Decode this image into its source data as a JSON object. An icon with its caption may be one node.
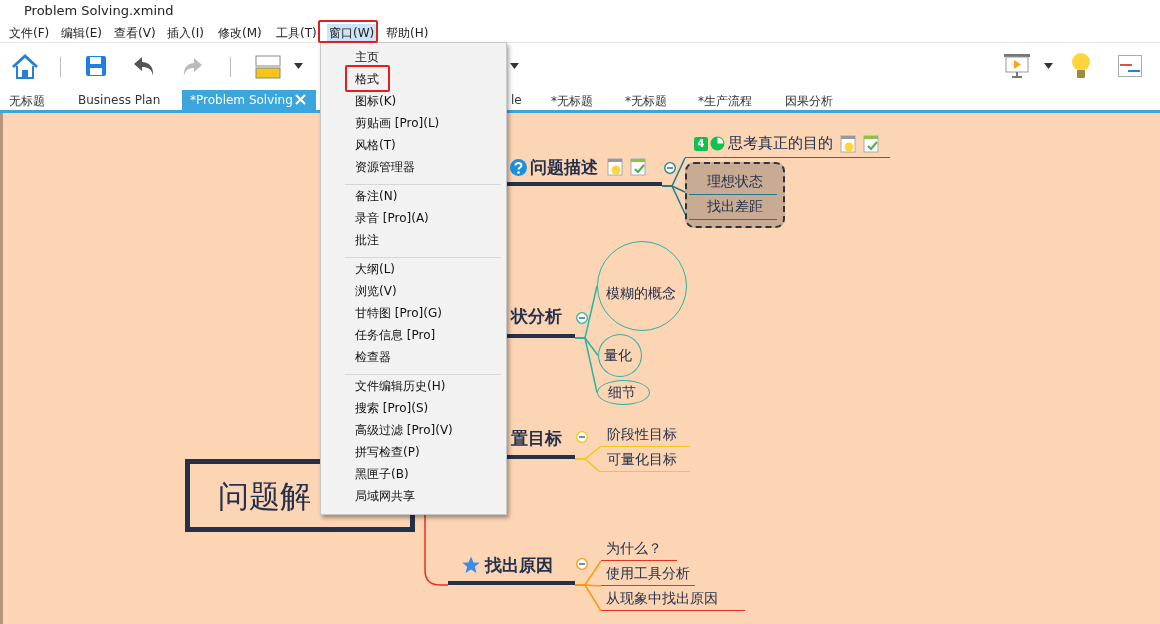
{
  "diagram": {
    "nodes": [
      {
        "text": [
          "问题解"
        ]
      },
      {
        "text": [
          "问题描述"
        ]
      },
      {
        "text": [
          "思考真正的目的"
        ]
      },
      {
        "text": [],
        "shape": "box"
      },
      {
        "text": [
          "理想状态"
        ],
        "in": 3
      },
      {
        "text": [
          "找出差距"
        ],
        "in": 3
      },
      {
        "text": [
          "状分析"
        ]
      },
      {
        "text": [
          "模糊的概念"
        ]
      },
      {
        "text": [
          "量化"
        ]
      },
      {
        "text": [
          "细节"
        ]
      },
      {
        "text": [
          "置目标"
        ]
      },
      {
        "text": [
          "阶段性目标"
        ]
      },
      {
        "text": [
          "可量化目标"
        ]
      },
      {
        "text": [
          "找出原因"
        ]
      },
      {
        "text": [
          "为什么？"
        ]
      },
      {
        "text": [
          "使用工具分析"
        ]
      },
      {
        "text": [
          "从现象中找出原因"
        ]
      }
    ],
    "edges": [
      {
        "from": 0,
        "to": 13,
        "arrow": "none",
        "color": "#e8321e"
      },
      {
        "from": 1,
        "to": 2,
        "arrow": "none"
      },
      {
        "from": 1,
        "to": 4,
        "arrow": "none"
      },
      {
        "from": 1,
        "to": 5,
        "arrow": "none"
      },
      {
        "from": 6,
        "to": 7,
        "arrow": "none",
        "color": "#2bb3a0"
      },
      {
        "from": 6,
        "to": 8,
        "arrow": "none",
        "color": "#2bb3a0"
      },
      {
        "from": 6,
        "to": 9,
        "arrow": "none",
        "color": "#2bb3a0"
      },
      {
        "from": 10,
        "to": 11,
        "arrow": "none",
        "color": "#f5c518"
      },
      {
        "from": 10,
        "to": 12,
        "arrow": "none",
        "color": "#f5c518"
      },
      {
        "from": 13,
        "to": 14,
        "arrow": "none",
        "color": "#f39c12"
      },
      {
        "from": 13,
        "to": 15,
        "arrow": "none",
        "color": "#f39c12"
      },
      {
        "from": 13,
        "to": 16,
        "arrow": "none",
        "color": "#f39c12"
      }
    ],
    "labels": [
      "Problem Solving.xmind",
      "文件(F)",
      "编辑(E)",
      "查看(V)",
      "插入(I)",
      "修改(M)",
      "工具(T)",
      "窗口(W)",
      "帮助(H)",
      "无标题",
      "Business Plan",
      "*Problem Solving",
      "le",
      "*无标题",
      "*无标题",
      "*生产流程",
      "因果分析",
      "主页",
      "格式",
      "图标(K)",
      "剪贴画 [Pro](L)",
      "风格(T)",
      "资源管理器",
      "备注(N)",
      "录音 [Pro](A)",
      "批注",
      "大纲(L)",
      "浏览(V)",
      "甘特图 [Pro](G)",
      "任务信息 [Pro]",
      "检查器",
      "文件编辑历史(H)",
      "搜索 [Pro](S)",
      "高级过滤 [Pro](V)",
      "拼写检查(P)",
      "黑匣子(B)",
      "局域网共享",
      "4"
    ]
  }
}
